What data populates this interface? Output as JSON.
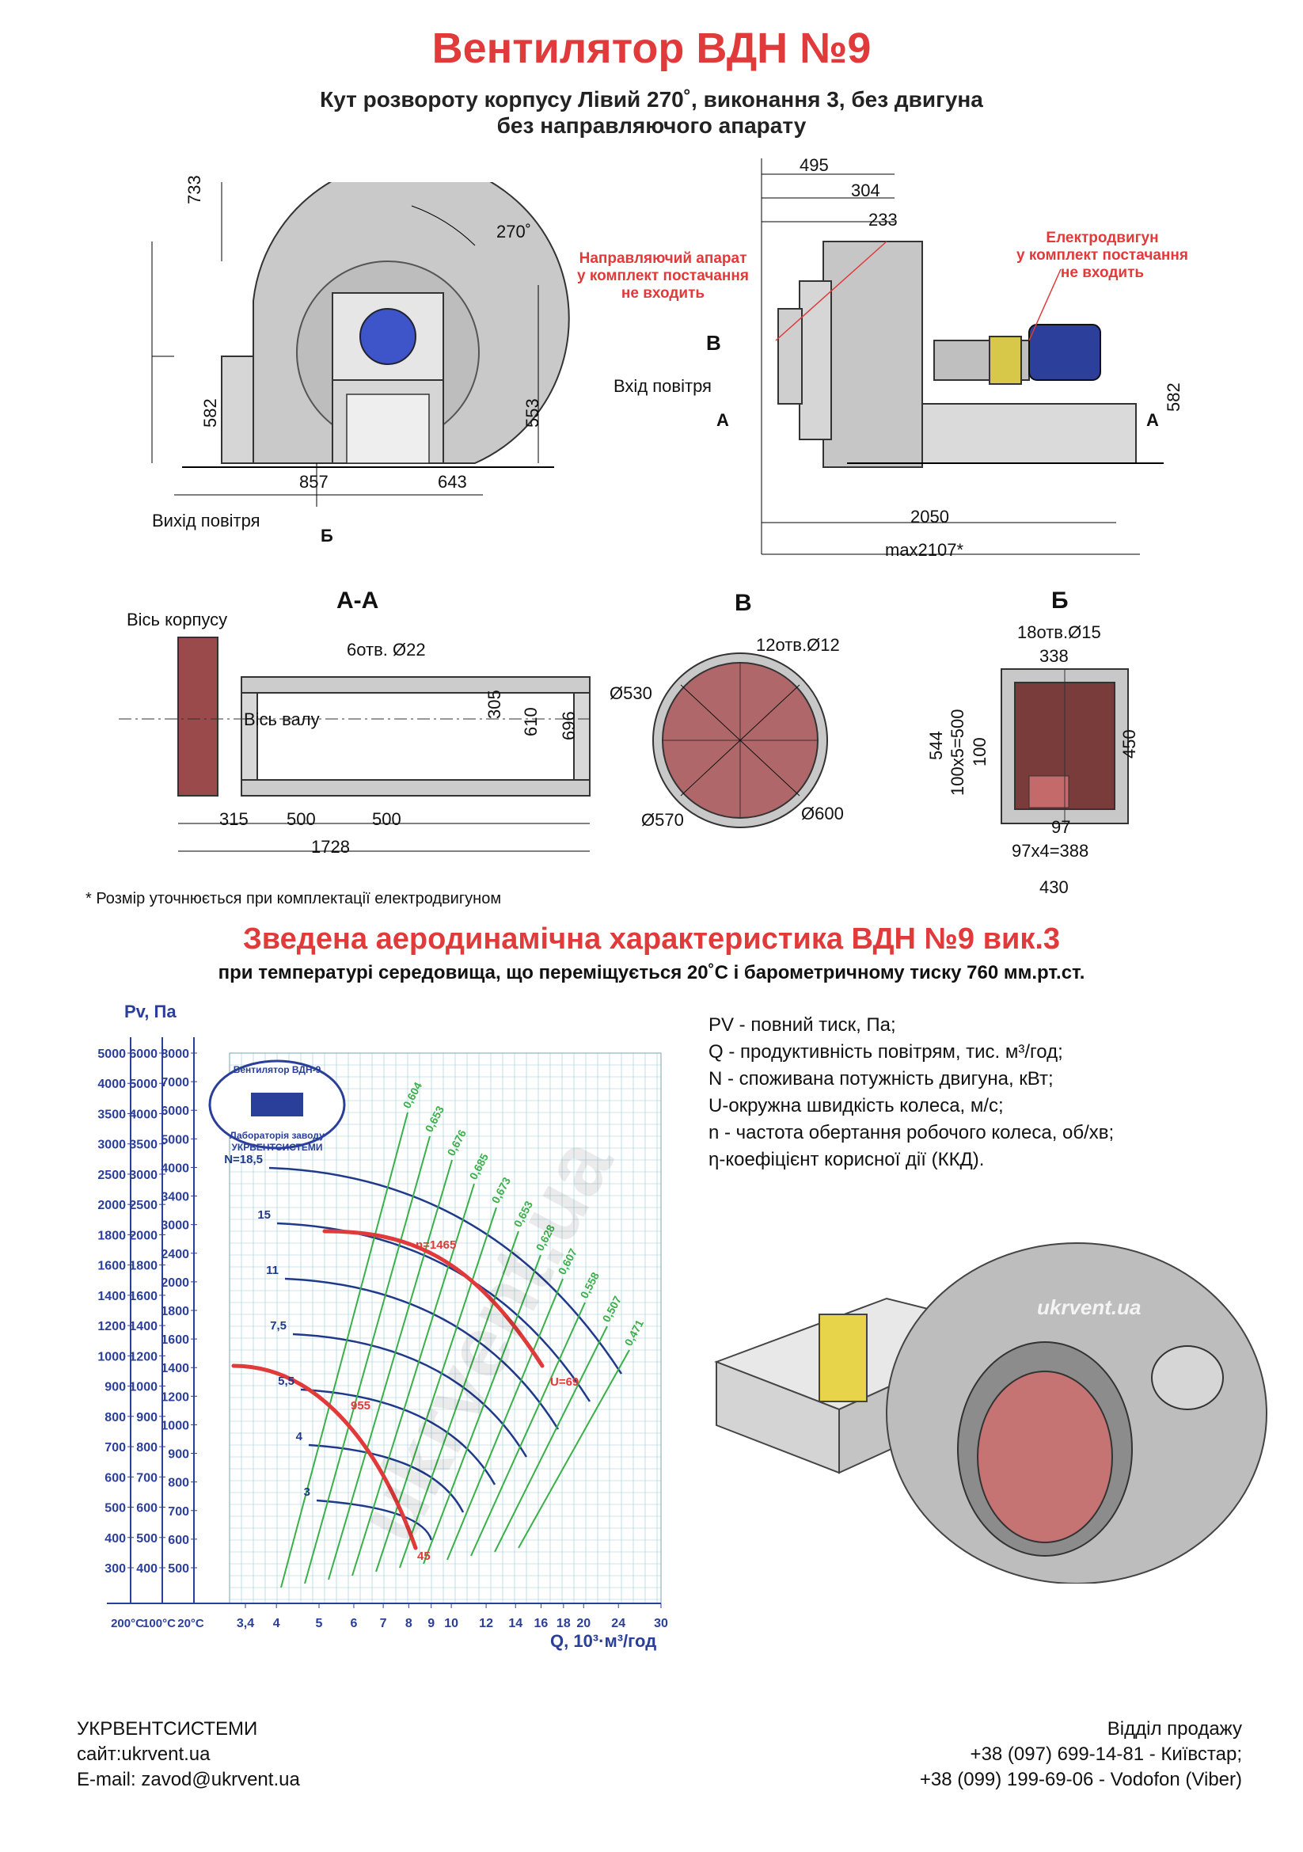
{
  "title": "Вентилятор  ВДН №9",
  "subtitle1": "Кут розвороту корпусу Лівий 270˚, виконання 3, без двигуна",
  "subtitle2": "без направляючого апарату",
  "front_view": {
    "angle": "270˚",
    "dims": [
      "733",
      "582",
      "553",
      "857",
      "643"
    ],
    "outlet_label": "Вихід повітря",
    "section_mark": "Б"
  },
  "side_view": {
    "dims": [
      "495",
      "304",
      "233",
      "2050",
      "max2107*",
      "582"
    ],
    "guide_note": [
      "Направляючий апарат",
      "у комплект постачання",
      "не входить"
    ],
    "motor_note": [
      "Електродвигун",
      "у комплект постачання",
      "не входить"
    ],
    "inlet_label": "Вхід повітря",
    "mark_b": "В",
    "mark_a": "А"
  },
  "section_aa": {
    "title": "А-А",
    "housing_axis": "Вісь корпусу",
    "shaft_axis": "Вісь валу",
    "holes": "6отв. Ø22",
    "dims": [
      "305",
      "610",
      "696",
      "315",
      "500",
      "500",
      "1728"
    ]
  },
  "section_v": {
    "title": "В",
    "holes": "12отв.Ø12",
    "d1": "Ø530",
    "d2": "Ø570",
    "d3": "Ø600"
  },
  "section_b": {
    "title": "Б",
    "holes": "18отв.Ø15",
    "dims": [
      "338",
      "544",
      "100x5=500",
      "100",
      "450",
      "97",
      "97x4=388",
      "430"
    ]
  },
  "footnote": "* Розмір уточнюється при комплектації електродвигуном",
  "aero_title": "Зведена аеродинамічна характеристика ВДН №9 вик.3",
  "aero_sub": "при температурі середовища, що переміщується 20˚С і барометричному тиску 760 мм.рт.ст.",
  "legend": [
    "PV - повний тиск, Па;",
    "Q - продуктивність повітрям, тис. м³/год;",
    "N - споживана потужність двигуна, кВт;",
    "U-окружна швидкість колеса, м/с;",
    "n - частота обертання робочого колеса, об/хв;",
    "η-коефіцієнт корисної дії (ККД)."
  ],
  "chart_data": {
    "type": "line",
    "ylabel": "Pv, Па",
    "xlabel": "Q, 10³·м³/год",
    "y_scales": [
      {
        "name": "200°С",
        "ticks": [
          "5000",
          "4000",
          "3500",
          "3000",
          "2500",
          "2000",
          "1800",
          "1600",
          "1400",
          "1200",
          "1000",
          "900",
          "800",
          "700",
          "600",
          "500",
          "400",
          "300"
        ]
      },
      {
        "name": "100°С",
        "ticks": [
          "6000",
          "5000",
          "4000",
          "3500",
          "3000",
          "2500",
          "2000",
          "1800",
          "1600",
          "1400",
          "1200",
          "1000",
          "900",
          "800",
          "700",
          "600",
          "500",
          "400"
        ]
      },
      {
        "name": "20°С",
        "ticks": [
          "8000",
          "7000",
          "6000",
          "5000",
          "4000",
          "3400",
          "3000",
          "2400",
          "2000",
          "1800",
          "1600",
          "1400",
          "1200",
          "1000",
          "900",
          "800",
          "700",
          "600",
          "500"
        ]
      }
    ],
    "x_ticks": [
      "3,4",
      "4",
      "5",
      "6",
      "7",
      "8",
      "9",
      "10",
      "12",
      "14",
      "16",
      "18",
      "20",
      "24",
      "30"
    ],
    "power_labels": [
      "N=18,5",
      "15",
      "11",
      "7,5",
      "5,5",
      "4",
      "3"
    ],
    "efficiency_labels": [
      "0,604",
      "0,653",
      "0,676",
      "0,685",
      "0,673",
      "0,653",
      "0,628",
      "0,607",
      "0,558",
      "0,507",
      "0,471"
    ],
    "speed_curves": [
      {
        "name": "n=1465",
        "end_label": "U=69"
      },
      {
        "name": "955",
        "end_label": "45"
      }
    ],
    "logo_text": [
      "Вентилятор ВДН-9",
      "Лабораторія заводу",
      "УКРВЕНТСИСТЕМИ"
    ]
  },
  "watermark": "ukrvent.ua",
  "render_watermark": "ukrvent.ua",
  "footer_left": [
    "УКРВЕНТСИСТЕМИ",
    "сайт:ukrvent.ua",
    "E-mail: zavod@ukrvent.ua"
  ],
  "footer_right": [
    "Відділ продажу",
    "+38 (097) 699-14-81 - Київстар;",
    "+38 (099) 199-69-06 - Vodofon (Viber)"
  ],
  "colors": {
    "accent": "#e03a3a",
    "curve_blue": "#1f3a8a",
    "eff_green": "#3bb04a",
    "grid": "#9ecad6"
  }
}
